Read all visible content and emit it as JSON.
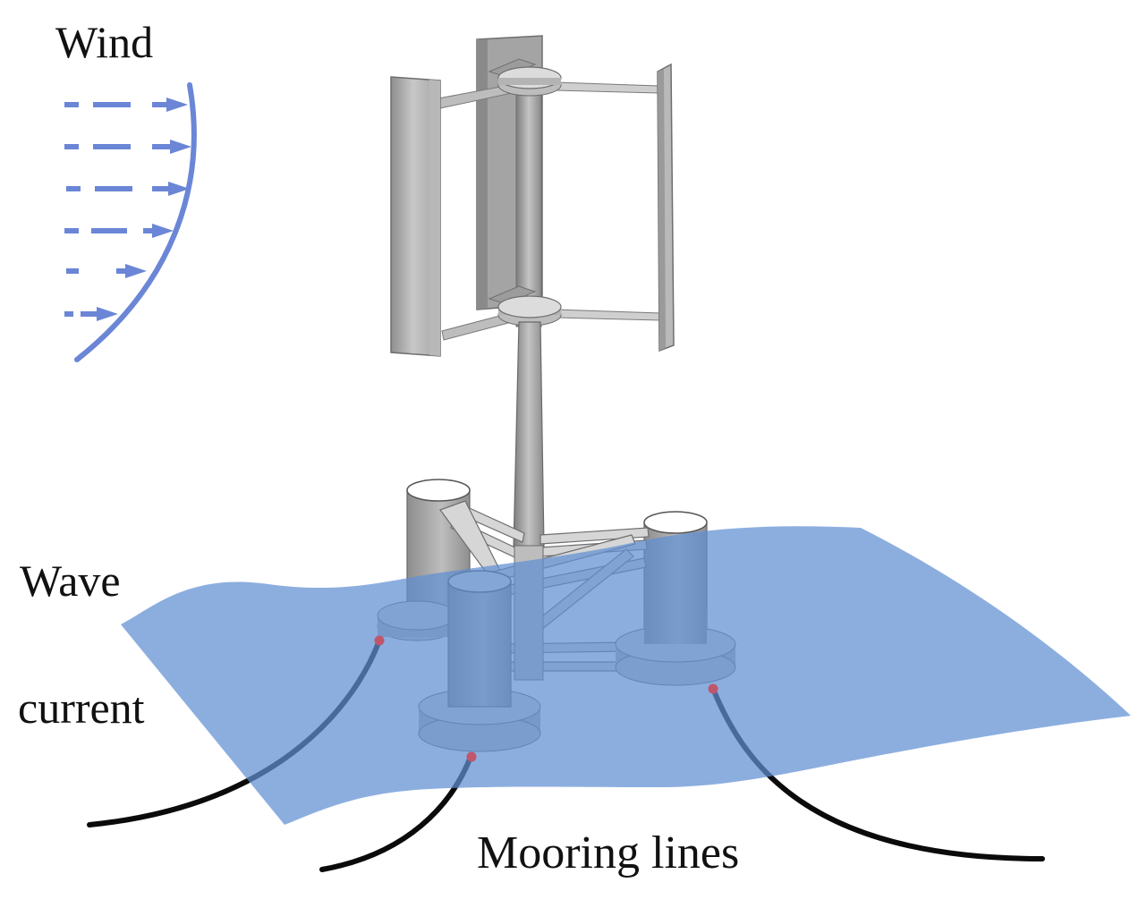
{
  "labels": {
    "wind": "Wind",
    "wave": "Wave",
    "current": "current",
    "mooring": "Mooring lines"
  },
  "colors": {
    "wind_profile": "#6b86d6",
    "water": "#6b95d3",
    "structure_light": "#c9c9c9",
    "structure_mid": "#a3a3a3",
    "structure_dark": "#7c7c7c",
    "mooring_line": "#0b0b0b",
    "fairlead": "#c0566b"
  },
  "wind_profile": {
    "arrow_count": 6,
    "icon": "sheared-wind-profile-arrows"
  }
}
